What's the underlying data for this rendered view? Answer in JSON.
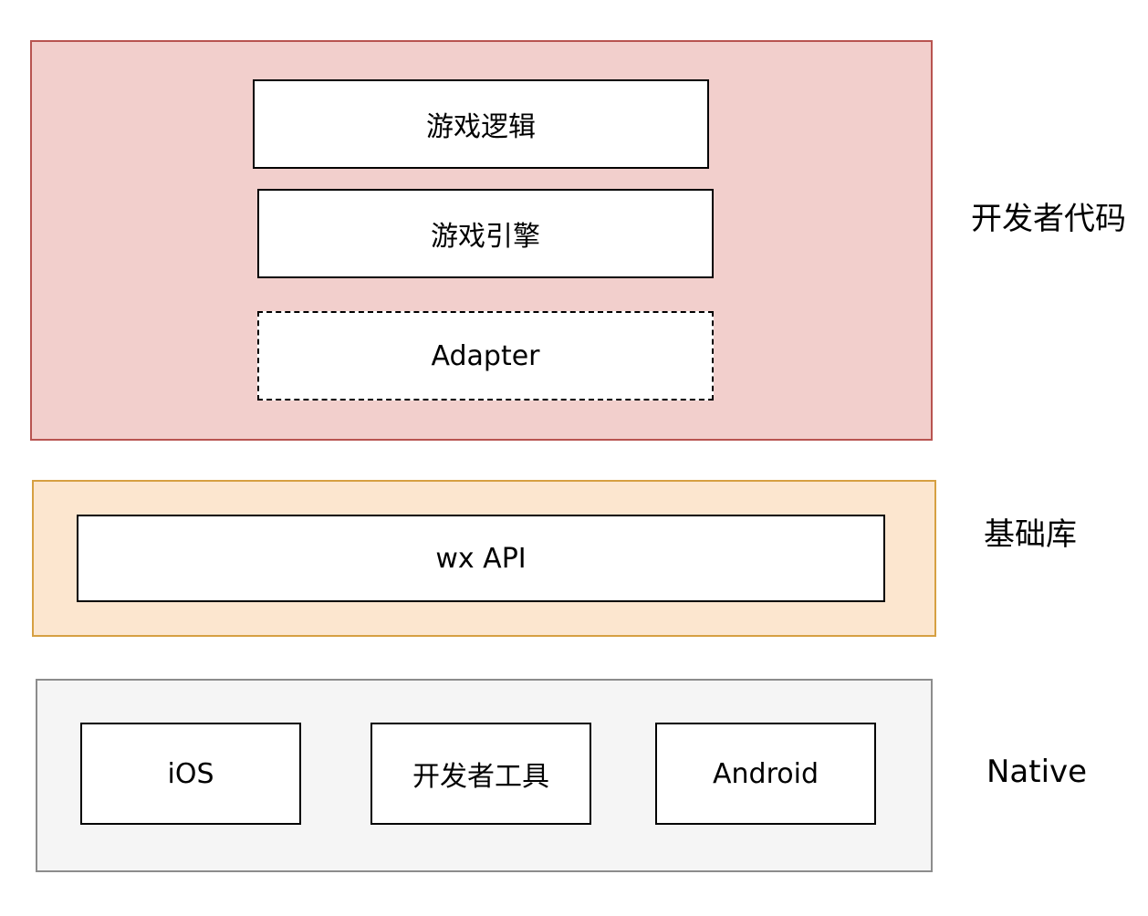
{
  "layers": {
    "developer_code": {
      "label": "开发者代码",
      "color": "#f2cfcc",
      "border_color": "#b85450",
      "boxes": {
        "game_logic": "游戏逻辑",
        "game_engine": "游戏引擎",
        "adapter": "Adapter"
      }
    },
    "base_library": {
      "label": "基础库",
      "color": "#fce6cf",
      "border_color": "#d6a042",
      "boxes": {
        "wx_api": "wx API"
      }
    },
    "native": {
      "label": "Native",
      "color": "#f5f5f5",
      "border_color": "#8c8c8c",
      "boxes": {
        "ios": "iOS",
        "devtools": "开发者工具",
        "android": "Android"
      }
    }
  }
}
